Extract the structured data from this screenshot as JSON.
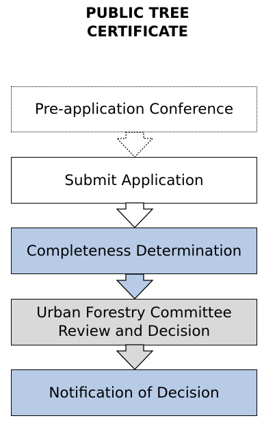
{
  "title": {
    "line1": "PUBLIC TREE",
    "line2": "CERTIFICATE"
  },
  "steps": [
    {
      "label": "Pre-application Conference",
      "style": "dotted",
      "fill": "#ffffff"
    },
    {
      "label": "Submit Application",
      "style": "solid",
      "fill": "#ffffff"
    },
    {
      "label": "Completeness Determination",
      "style": "solid",
      "fill": "#b7cbe7"
    },
    {
      "label_line1": "Urban Forestry Committee",
      "label_line2": "Review and Decision",
      "style": "solid",
      "fill": "#d9d9d9"
    },
    {
      "label": "Notification of Decision",
      "style": "solid",
      "fill": "#b7cbe7"
    }
  ],
  "arrows": [
    {
      "fill": "#ffffff",
      "style": "dotted"
    },
    {
      "fill": "#ffffff",
      "style": "solid"
    },
    {
      "fill": "#b7cbe7",
      "style": "solid"
    },
    {
      "fill": "#d9d9d9",
      "style": "solid"
    }
  ]
}
